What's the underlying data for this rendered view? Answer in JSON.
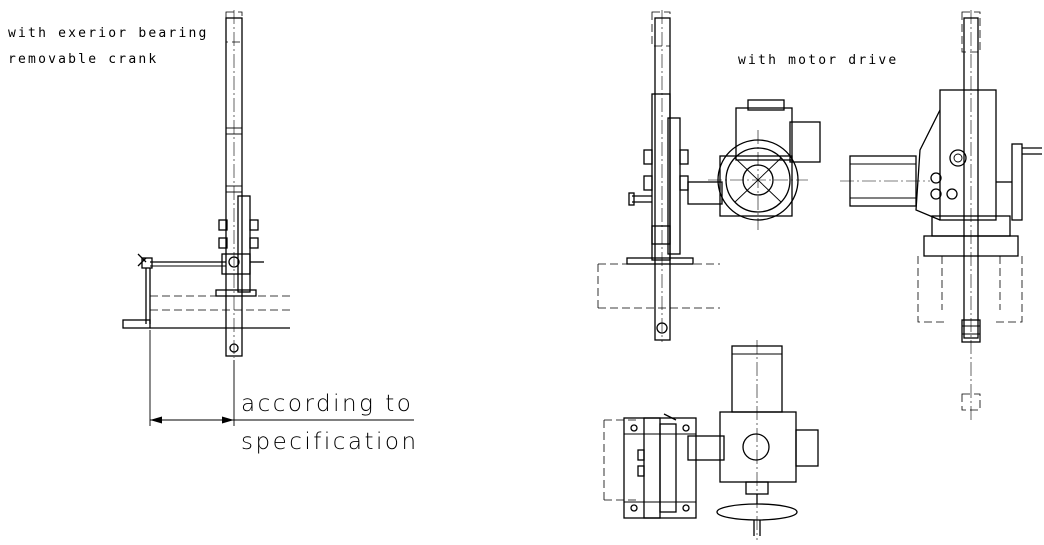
{
  "labels": {
    "exterior_line1": "with exerior bearing",
    "exterior_line2": "removable crank",
    "motor_drive": "with motor drive",
    "dimension_line1": "according to",
    "dimension_line2": "specification"
  }
}
